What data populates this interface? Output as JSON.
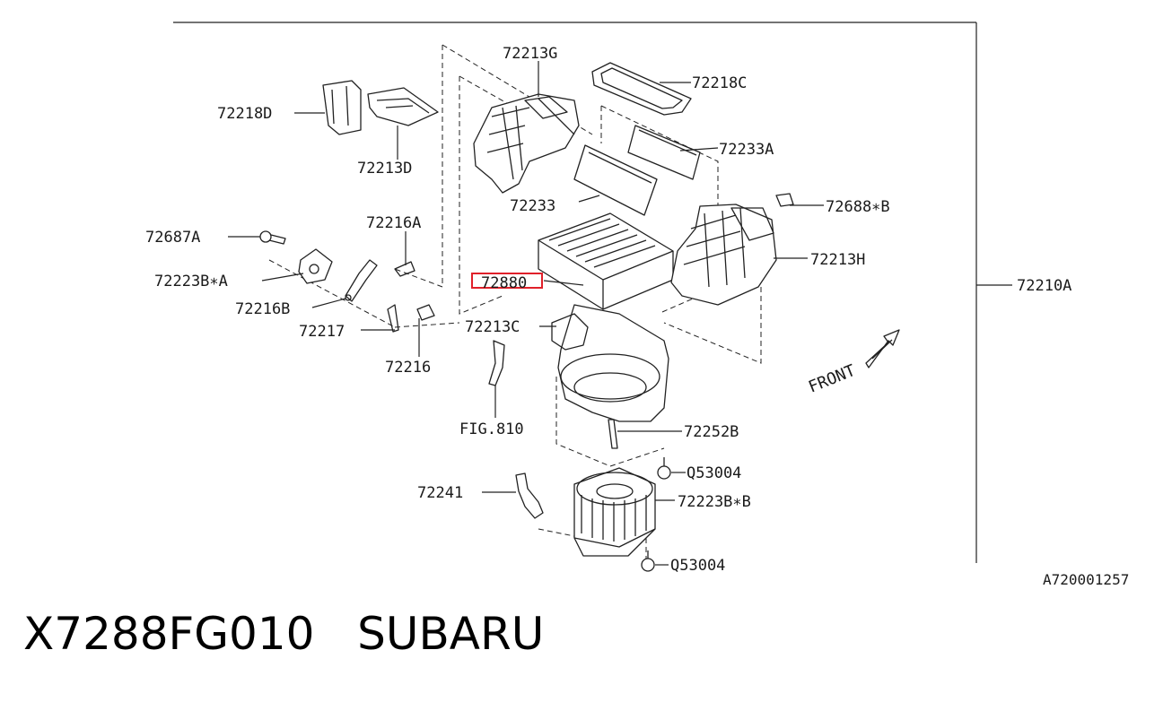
{
  "diagram": {
    "labels": {
      "l_72213G": "72213G",
      "l_72218C": "72218C",
      "l_72218D": "72218D",
      "l_72213D": "72213D",
      "l_72233A": "72233A",
      "l_72233": "72233",
      "l_72688B": "72688∗B",
      "l_72216A": "72216A",
      "l_72687A": "72687A",
      "l_72213H": "72213H",
      "l_72223BA": "72223B∗A",
      "l_72880": "72880",
      "l_72210A": "72210A",
      "l_72216B": "72216B",
      "l_72217": "72217",
      "l_72213C": "72213C",
      "l_72216": "72216",
      "l_FIG810": "FIG.810",
      "l_72252B": "72252B",
      "l_Q53004a": "Q53004",
      "l_72241": "72241",
      "l_72223BB": "72223B∗B",
      "l_Q53004b": "Q53004",
      "l_FRONT": "FRONT",
      "l_ref": "A720001257"
    },
    "highlighted_part": "72880",
    "highlight_color": "#e0202a"
  },
  "caption": {
    "part_number": "X7288FG010",
    "brand": "SUBARU"
  }
}
